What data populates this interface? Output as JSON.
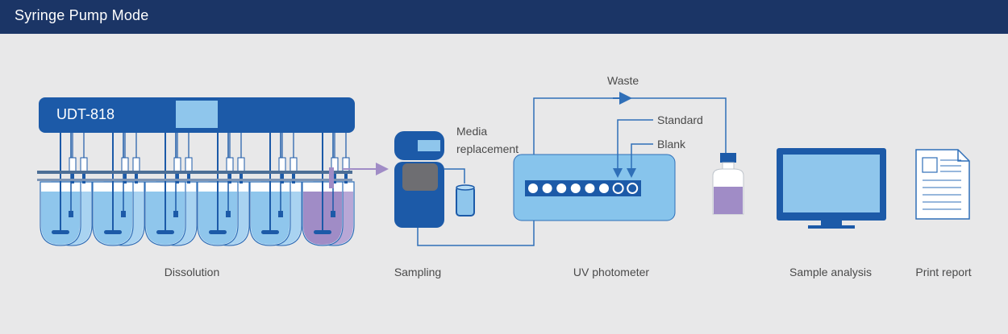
{
  "header": {
    "title": "Syringe Pump Mode"
  },
  "labels": {
    "device": "UDT-818",
    "media_replacement_1": "Media",
    "media_replacement_2": "replacement",
    "waste": "Waste",
    "standard": "Standard",
    "blank": "Blank"
  },
  "stages": {
    "dissolution": "Dissolution",
    "sampling": "Sampling",
    "uv_photometer": "UV photometer",
    "sample_analysis": "Sample analysis",
    "print_report": "Print report"
  },
  "colors": {
    "header_bg": "#1b3566",
    "background": "#e8e8e9",
    "primary_blue": "#1c5aa8",
    "light_blue": "#8fc6ec",
    "line_blue": "#2f6fb8",
    "purple": "#a08cc6",
    "photometer_bg": "#87c4ec"
  }
}
